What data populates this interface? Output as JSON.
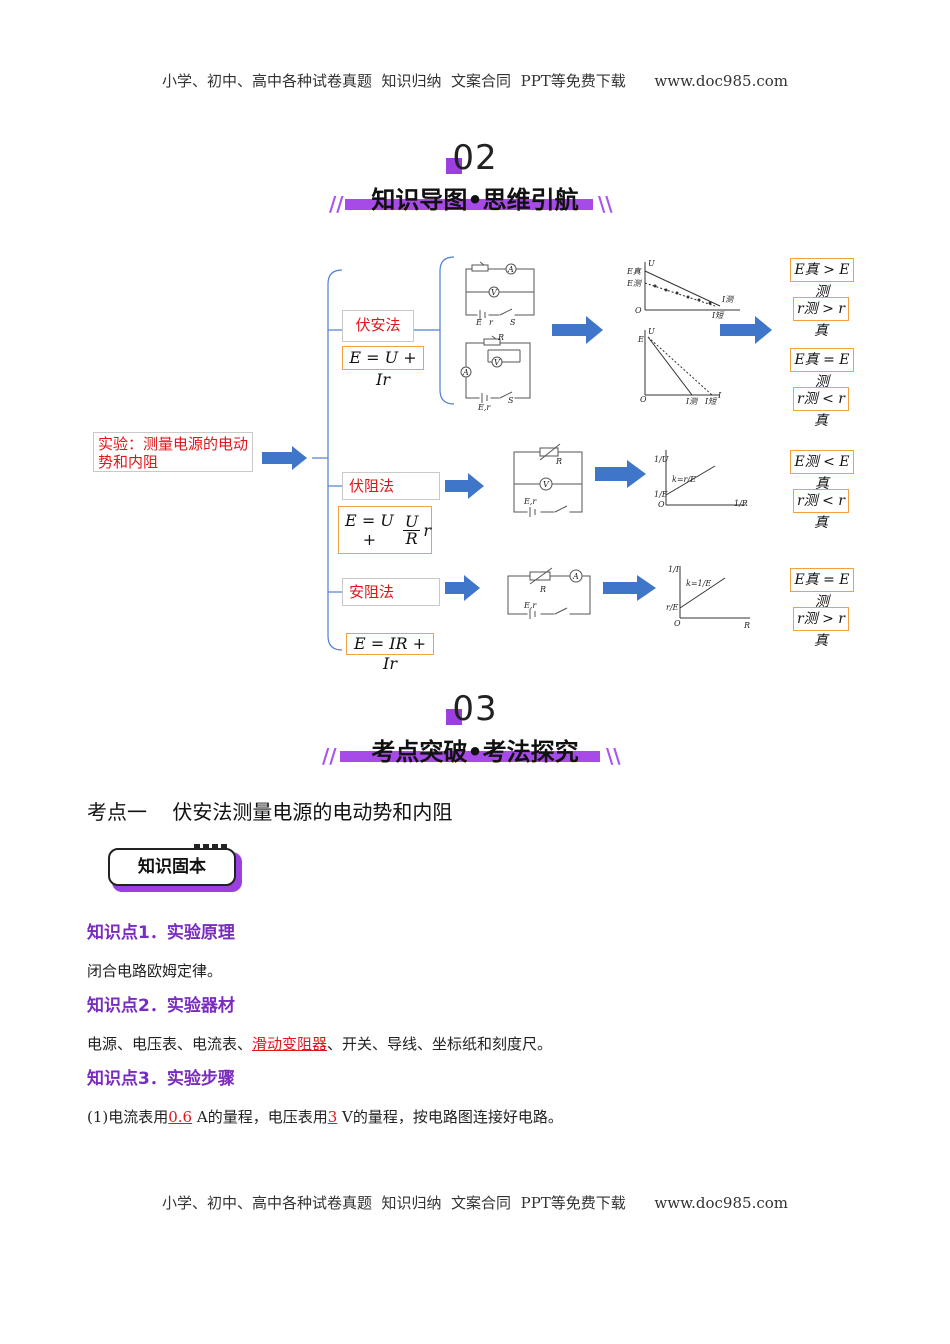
{
  "header_text": "小学、初中、高中各种试卷真题  知识归纳  文案合同  PPT等免费下载      www.doc985.com",
  "footer_text": "小学、初中、高中各种试卷真题  知识归纳  文案合同  PPT等免费下载      www.doc985.com",
  "section2": {
    "number": "02",
    "title": "知识导图•思维引航",
    "slash_left": "//",
    "slash_right": "\\\\"
  },
  "mindmap": {
    "root": "实验：测量电源的电动势和内阻",
    "method1": {
      "name": "伏安法",
      "formula": "E = U + Ir",
      "results": [
        "E真 > E测",
        "r测 > r真",
        "E真 = E测",
        "r测 < r真"
      ]
    },
    "method2": {
      "name": "伏阻法",
      "formula_prefix": "E = U +",
      "formula_num": "U",
      "formula_den": "R",
      "formula_suffix": "r",
      "results": [
        "E测 < E真",
        "r测 < r真"
      ]
    },
    "method3": {
      "name": "安阻法",
      "formula": "E = IR + Ir",
      "results": [
        "E真 = E测",
        "r测 > r真"
      ]
    },
    "circuit_labels": {
      "A": "A",
      "V": "V",
      "R": "R",
      "E": "E",
      "S": "S",
      "Er": "E,r",
      "r": "r"
    },
    "graph_labels": {
      "U": "U",
      "I": "I",
      "O": "O",
      "E_true": "E真",
      "E_meas": "E测",
      "I_meas": "I测",
      "I_short": "I短",
      "E": "E",
      "invU": "1/U",
      "invR": "1/R",
      "invI": "1/I",
      "R": "R",
      "k1": "k=r/E",
      "k2": "k=1/E",
      "r_over_E": "r/E",
      "one_over_E": "1/E"
    }
  },
  "section3": {
    "number": "03",
    "title": "考点突破•考法探究",
    "slash_left": "//",
    "slash_right": "\\\\"
  },
  "topic1": {
    "title": "考点一    伏安法测量电源的电动势和内阻"
  },
  "badge": {
    "label": "知识固本"
  },
  "kp1": {
    "title": "知识点1．实验原理",
    "text": "闭合电路欧姆定律。"
  },
  "kp2": {
    "title": "知识点2．实验器材",
    "text_before": "电源、电压表、电流表、",
    "highlight": "滑动变阻器",
    "text_after": "、开关、导线、坐标纸和刻度尺。"
  },
  "kp3": {
    "title": "知识点3．实验步骤",
    "text_a": "(1)电流表用",
    "hl1": "0.6",
    "text_b": " A的量程，电压表用",
    "hl2": "3",
    "text_c": " V的量程，按电路图连接好电路。"
  },
  "colors": {
    "purple": "#9b3fe0",
    "red": "#e0161b",
    "arrow_blue": "#3f76c9",
    "tree_line": "#4f7fd0",
    "orange_border": "#f2a040"
  }
}
